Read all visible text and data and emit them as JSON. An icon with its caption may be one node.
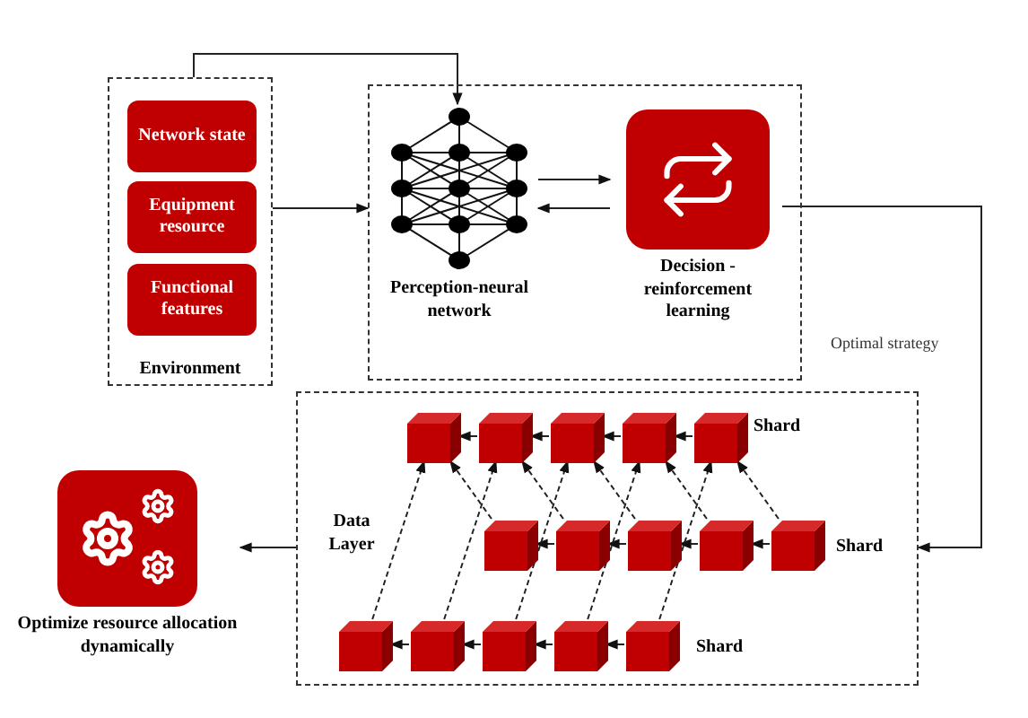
{
  "diagram": {
    "nodes": [
      {
        "text": [
          "Environment"
        ]
      },
      {
        "text": [
          "Network state"
        ],
        "in": 0
      },
      {
        "text": [
          "Equipment resource"
        ],
        "in": 0
      },
      {
        "text": [
          "Functional features"
        ],
        "in": 0
      },
      {
        "text": [],
        "shape": "box"
      },
      {
        "text": [
          "Perception-neural network"
        ],
        "in": 4
      },
      {
        "text": [
          "Decision - reinforcement learning"
        ],
        "in": 4
      },
      {
        "text": [
          "Data Layer"
        ]
      },
      {
        "text": [],
        "shape": "box",
        "in": 7
      },
      {
        "text": [],
        "shape": "box",
        "in": 7
      },
      {
        "text": [],
        "shape": "box",
        "in": 7
      },
      {
        "text": [],
        "shape": "box",
        "in": 7
      },
      {
        "text": [],
        "shape": "box",
        "in": 7
      },
      {
        "text": [],
        "shape": "box",
        "in": 7
      },
      {
        "text": [],
        "shape": "box",
        "in": 7
      },
      {
        "text": [],
        "shape": "box",
        "in": 7
      },
      {
        "text": [],
        "shape": "box",
        "in": 7
      },
      {
        "text": [],
        "shape": "box",
        "in": 7
      },
      {
        "text": [],
        "shape": "box",
        "in": 7
      },
      {
        "text": [],
        "shape": "box",
        "in": 7
      },
      {
        "text": [],
        "shape": "box",
        "in": 7
      },
      {
        "text": [],
        "shape": "box",
        "in": 7
      },
      {
        "text": [],
        "shape": "box",
        "in": 7
      },
      {
        "text": [
          "Optimize resource allocation dynamically"
        ]
      }
    ],
    "edges": [
      {
        "from": 0,
        "to": 5,
        "arrow": "to"
      },
      {
        "from": 0,
        "to": 4,
        "arrow": "to"
      },
      {
        "from": 5,
        "to": 6,
        "arrow": "to"
      },
      {
        "from": 6,
        "to": 5,
        "arrow": "to"
      },
      {
        "from": 6,
        "to": 7,
        "arrow": "to",
        "label": "Optimal strategy"
      },
      {
        "from": 7,
        "to": 23,
        "arrow": "to"
      },
      {
        "from": 9,
        "to": 8,
        "arrow": "to"
      },
      {
        "from": 10,
        "to": 9,
        "arrow": "to"
      },
      {
        "from": 11,
        "to": 10,
        "arrow": "to"
      },
      {
        "from": 12,
        "to": 11,
        "arrow": "to"
      },
      {
        "from": 14,
        "to": 13,
        "arrow": "to"
      },
      {
        "from": 15,
        "to": 14,
        "arrow": "to"
      },
      {
        "from": 16,
        "to": 15,
        "arrow": "to"
      },
      {
        "from": 17,
        "to": 16,
        "arrow": "to"
      },
      {
        "from": 19,
        "to": 18,
        "arrow": "to"
      },
      {
        "from": 20,
        "to": 19,
        "arrow": "to"
      },
      {
        "from": 21,
        "to": 20,
        "arrow": "to"
      },
      {
        "from": 22,
        "to": 21,
        "arrow": "to"
      },
      {
        "from": 13,
        "to": 8,
        "arrow": "to",
        "style": "dashed"
      },
      {
        "from": 14,
        "to": 9,
        "arrow": "to",
        "style": "dashed"
      },
      {
        "from": 15,
        "to": 10,
        "arrow": "to",
        "style": "dashed"
      },
      {
        "from": 16,
        "to": 11,
        "arrow": "to",
        "style": "dashed"
      },
      {
        "from": 17,
        "to": 12,
        "arrow": "to",
        "style": "dashed"
      },
      {
        "from": 18,
        "to": 8,
        "arrow": "to",
        "style": "dashed"
      },
      {
        "from": 19,
        "to": 9,
        "arrow": "to",
        "style": "dashed"
      },
      {
        "from": 20,
        "to": 10,
        "arrow": "to",
        "style": "dashed"
      },
      {
        "from": 21,
        "to": 11,
        "arrow": "to",
        "style": "dashed"
      },
      {
        "from": 22,
        "to": 12,
        "arrow": "to",
        "style": "dashed"
      }
    ],
    "labels": [
      "Shard",
      "Shard",
      "Shard"
    ]
  }
}
